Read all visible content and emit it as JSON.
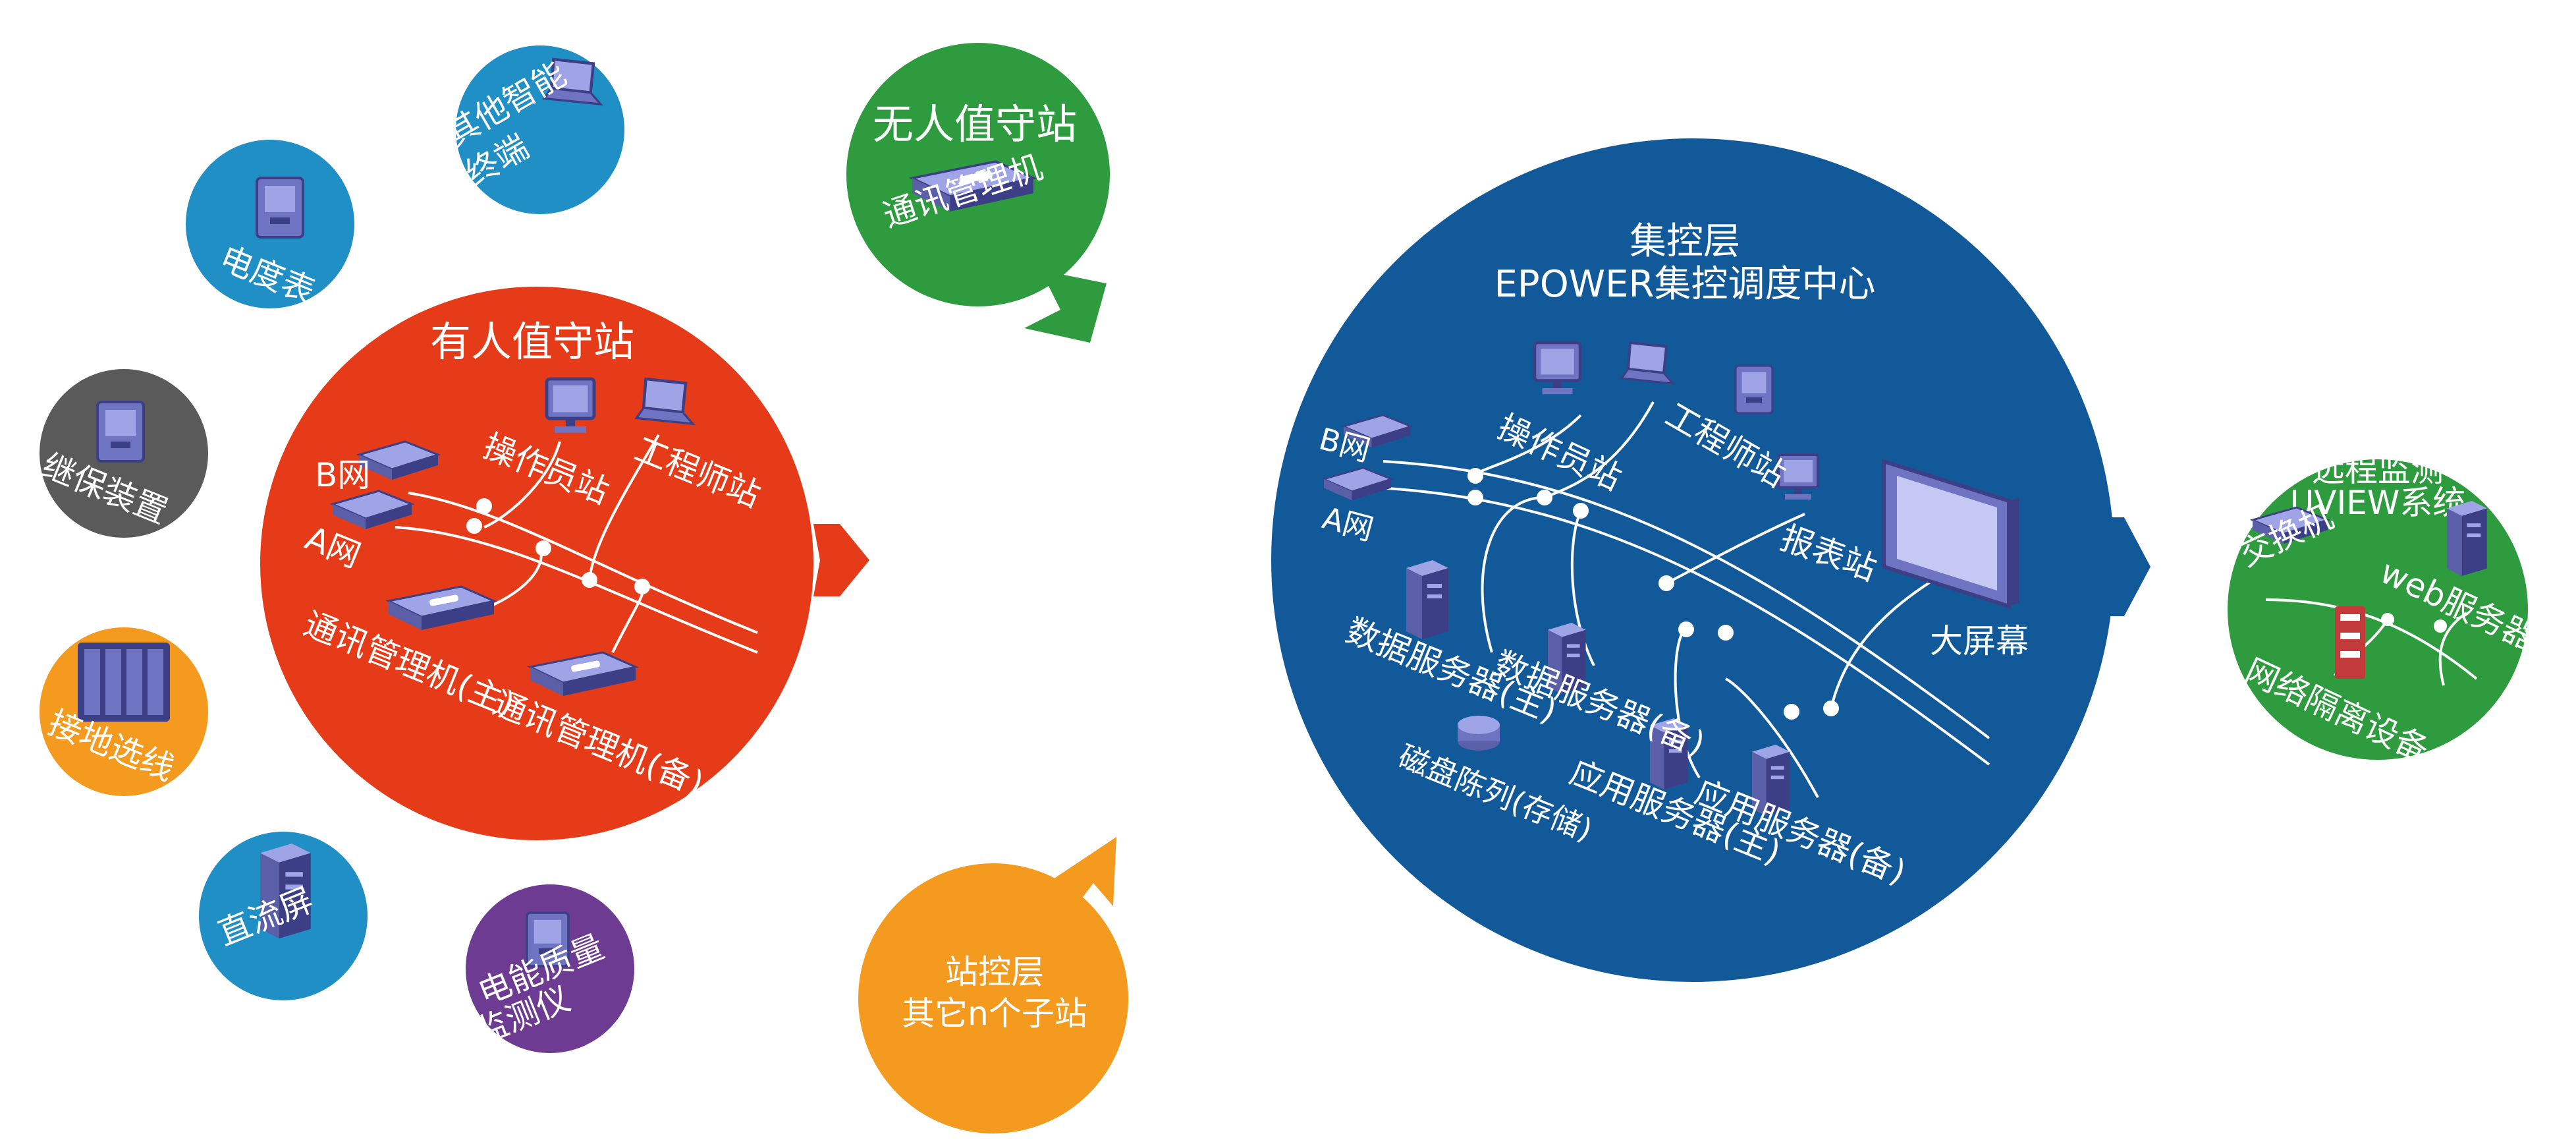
{
  "colors": {
    "attended": "#E63B18",
    "unattended": "#2E9B3E",
    "station_control": "#F39A1F",
    "central": "#12599A",
    "remote": "#2E9B3E",
    "sat_blue": "#1F8FC6",
    "sat_gray": "#5A5A5A",
    "sat_orange": "#F39A1F",
    "sat_purple": "#6D3C92",
    "device": "#6E74C2",
    "device_dark": "#3C3F86"
  },
  "satellites": {
    "other_terminal": [
      "其他智能",
      "终端"
    ],
    "energy_meter": "电度表",
    "relay_protection": "继保装置",
    "ground_line": "接地选线",
    "dc_panel": "直流屏",
    "power_quality": [
      "电能质量",
      "监测仪"
    ]
  },
  "attended": {
    "title": "有人值守站",
    "b_net": "B网",
    "a_net": "A网",
    "operator": "操作员站",
    "engineer": "工程师站",
    "comm_main": "通讯管理机(主)",
    "comm_backup": "通讯管理机(备)"
  },
  "unattended": {
    "title": "无人值守站",
    "comm": "通讯管理机"
  },
  "station_control": {
    "line1": "站控层",
    "line2": "其它n个子站"
  },
  "central": {
    "title1": "集控层",
    "title2": "EPOWER集控调度中心",
    "b_net": "B网",
    "a_net": "A网",
    "operator": "操作员站",
    "engineer": "工程师站",
    "report": "报表站",
    "big_screen": "大屏幕",
    "data_main": "数据服务器(主)",
    "data_backup": "数据服务器(备)",
    "disk_array": "磁盘陈列(存储)",
    "app_main": "应用服务器(主)",
    "app_backup": "应用服务器(备)"
  },
  "remote": {
    "title1": "远程监测",
    "title2": "UVIEW系统",
    "switch": "交换机",
    "web_server": "web服务器",
    "isolation": "网络隔离设备"
  }
}
